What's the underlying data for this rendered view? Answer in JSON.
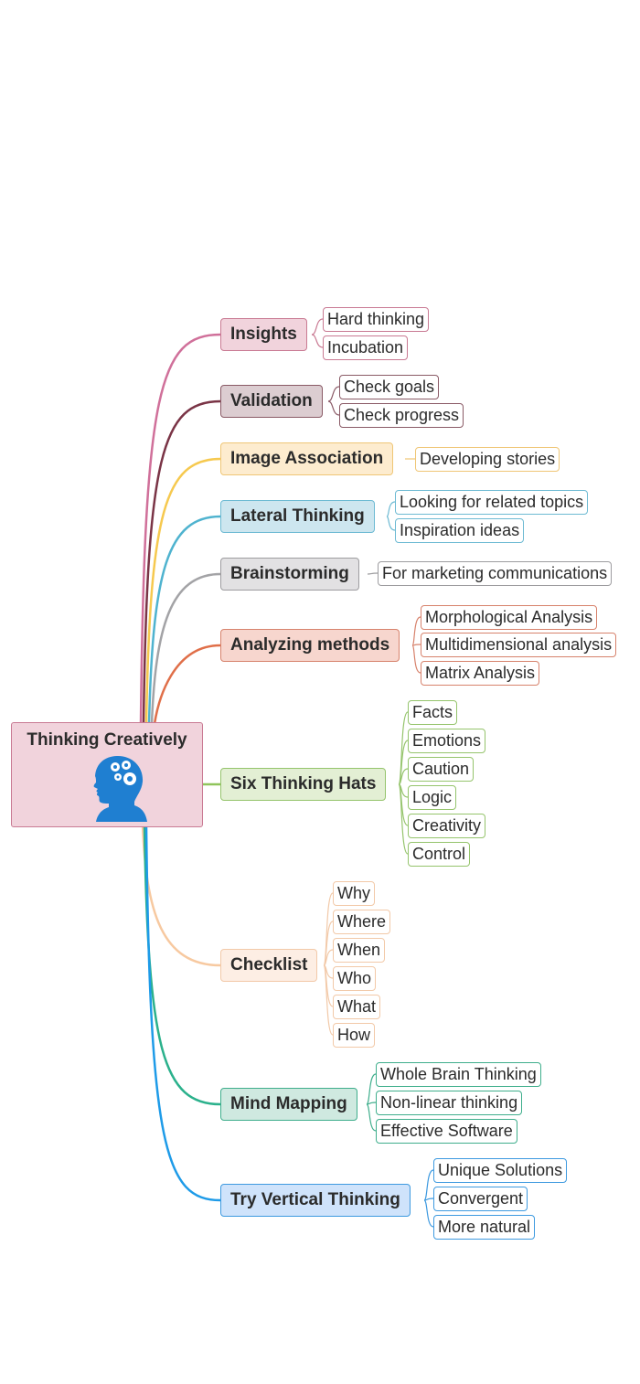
{
  "root": {
    "title": "Thinking Creatively",
    "icon": "head-gears-icon",
    "fill": "#f1d3dc",
    "border": "#c97a93",
    "icon_color": "#1f7fd1"
  },
  "branches": [
    {
      "label": "Insights",
      "line": "#d0709a",
      "fill": "#f1d3dc",
      "border": "#c97a93",
      "children": [
        "Hard thinking",
        "Incubation"
      ]
    },
    {
      "label": "Validation",
      "line": "#7a3446",
      "fill": "#dccdd1",
      "border": "#8a5a66",
      "children": [
        "Check goals",
        "Check progress"
      ]
    },
    {
      "label": "Image Association",
      "line": "#f6c94f",
      "fill": "#fdeccf",
      "border": "#efc676",
      "children": [
        "Developing stories"
      ]
    },
    {
      "label": "Lateral Thinking",
      "line": "#4fb3cf",
      "fill": "#cde6ef",
      "border": "#6dbad3",
      "children": [
        "Looking for related topics",
        "Inspiration ideas"
      ]
    },
    {
      "label": "Brainstorming",
      "line": "#a3a3a6",
      "fill": "#e2e1e3",
      "border": "#9d9c9f",
      "children": [
        "For marketing communications"
      ]
    },
    {
      "label": "Analyzing methods",
      "line": "#e06f49",
      "fill": "#f7d6ce",
      "border": "#d7826c",
      "children": [
        "Morphological Analysis",
        "Multidimensional analysis",
        "Matrix Analysis"
      ]
    },
    {
      "label": "Six Thinking Hats",
      "line": "#8fc45b",
      "fill": "#e3efd4",
      "border": "#95c46c",
      "children": [
        "Facts",
        "Emotions",
        "Caution",
        "Logic",
        "Creativity",
        "Control"
      ]
    },
    {
      "label": "Checklist",
      "line": "#f7c9a0",
      "fill": "#fdeee4",
      "border": "#f2c9a8",
      "children": [
        "Why",
        "Where",
        "When",
        "Who",
        "What",
        "How"
      ]
    },
    {
      "label": "Mind Mapping",
      "line": "#2bb18c",
      "fill": "#cfe9e0",
      "border": "#3fae8c",
      "children": [
        "Whole Brain Thinking",
        "Non-linear thinking",
        "Effective Software"
      ]
    },
    {
      "label": "Try Vertical Thinking",
      "line": "#1e9be8",
      "fill": "#cfe3fb",
      "border": "#3e9ae0",
      "children": [
        "Unique Solutions",
        "Convergent",
        "More natural"
      ]
    }
  ]
}
